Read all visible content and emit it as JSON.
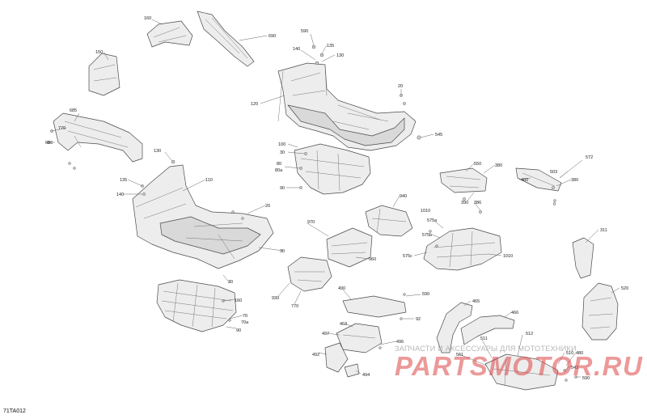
{
  "diagram_code": "71TA012",
  "watermark": {
    "tagline": "ЗАПЧАСТИ И АКСЕССУАРЫ ДЛЯ МОТОТЕХНИКИ",
    "brand": "PARTSMOTOR.RU"
  },
  "callouts": [
    {
      "id": "c160",
      "label": "160"
    },
    {
      "id": "c690",
      "label": "690"
    },
    {
      "id": "c150",
      "label": "150"
    },
    {
      "id": "c590a",
      "label": "590"
    },
    {
      "id": "c135a",
      "label": "135"
    },
    {
      "id": "c140a",
      "label": "140"
    },
    {
      "id": "c130a",
      "label": "130"
    },
    {
      "id": "c120",
      "label": "120"
    },
    {
      "id": "c20a",
      "label": "20"
    },
    {
      "id": "c685",
      "label": "685"
    },
    {
      "id": "c770a",
      "label": "770"
    },
    {
      "id": "c686",
      "label": "686"
    },
    {
      "id": "c545",
      "label": "545"
    },
    {
      "id": "c100a",
      "label": "100"
    },
    {
      "id": "c30a",
      "label": "30"
    },
    {
      "id": "c80a",
      "label": "80"
    },
    {
      "id": "c80aa",
      "label": "80a"
    },
    {
      "id": "c90a",
      "label": "90"
    },
    {
      "id": "c130b",
      "label": "130"
    },
    {
      "id": "c135b",
      "label": "135"
    },
    {
      "id": "c140b",
      "label": "140"
    },
    {
      "id": "c110",
      "label": "110"
    },
    {
      "id": "c550",
      "label": "550"
    },
    {
      "id": "c380a",
      "label": "380"
    },
    {
      "id": "c390",
      "label": "390"
    },
    {
      "id": "c572",
      "label": "572"
    },
    {
      "id": "c503",
      "label": "503"
    },
    {
      "id": "c400",
      "label": "400"
    },
    {
      "id": "c380b",
      "label": "380"
    },
    {
      "id": "c0a",
      "label": "0"
    },
    {
      "id": "c20b",
      "label": "20"
    },
    {
      "id": "c1010a",
      "label": "1010"
    },
    {
      "id": "c970",
      "label": "970"
    },
    {
      "id": "c940",
      "label": "940"
    },
    {
      "id": "c386",
      "label": "386"
    },
    {
      "id": "c575a",
      "label": "575a"
    },
    {
      "id": "c575b",
      "label": "575b"
    },
    {
      "id": "c575c",
      "label": "575c"
    },
    {
      "id": "c1010b",
      "label": "1010"
    },
    {
      "id": "c311",
      "label": "311"
    },
    {
      "id": "c960",
      "label": "960"
    },
    {
      "id": "c30b",
      "label": "30"
    },
    {
      "id": "c930",
      "label": "930"
    },
    {
      "id": "c770b",
      "label": "770"
    },
    {
      "id": "c30c",
      "label": "30"
    },
    {
      "id": "c160b",
      "label": "160"
    },
    {
      "id": "c70",
      "label": "70"
    },
    {
      "id": "c70a",
      "label": "70a"
    },
    {
      "id": "c90b",
      "label": "90"
    },
    {
      "id": "c490",
      "label": "490"
    },
    {
      "id": "c590b",
      "label": "590"
    },
    {
      "id": "c465",
      "label": "465"
    },
    {
      "id": "c466",
      "label": "466"
    },
    {
      "id": "c520",
      "label": "520"
    },
    {
      "id": "c463",
      "label": "463"
    },
    {
      "id": "c497",
      "label": "497"
    },
    {
      "id": "c92",
      "label": "92"
    },
    {
      "id": "c496",
      "label": "496"
    },
    {
      "id": "c492",
      "label": "492"
    },
    {
      "id": "c494",
      "label": "494"
    },
    {
      "id": "c511",
      "label": "511"
    },
    {
      "id": "c512",
      "label": "512"
    },
    {
      "id": "c561",
      "label": "561"
    },
    {
      "id": "c510",
      "label": "510"
    },
    {
      "id": "c480",
      "label": "480"
    },
    {
      "id": "c543",
      "label": "543"
    },
    {
      "id": "c590c",
      "label": "590"
    }
  ]
}
